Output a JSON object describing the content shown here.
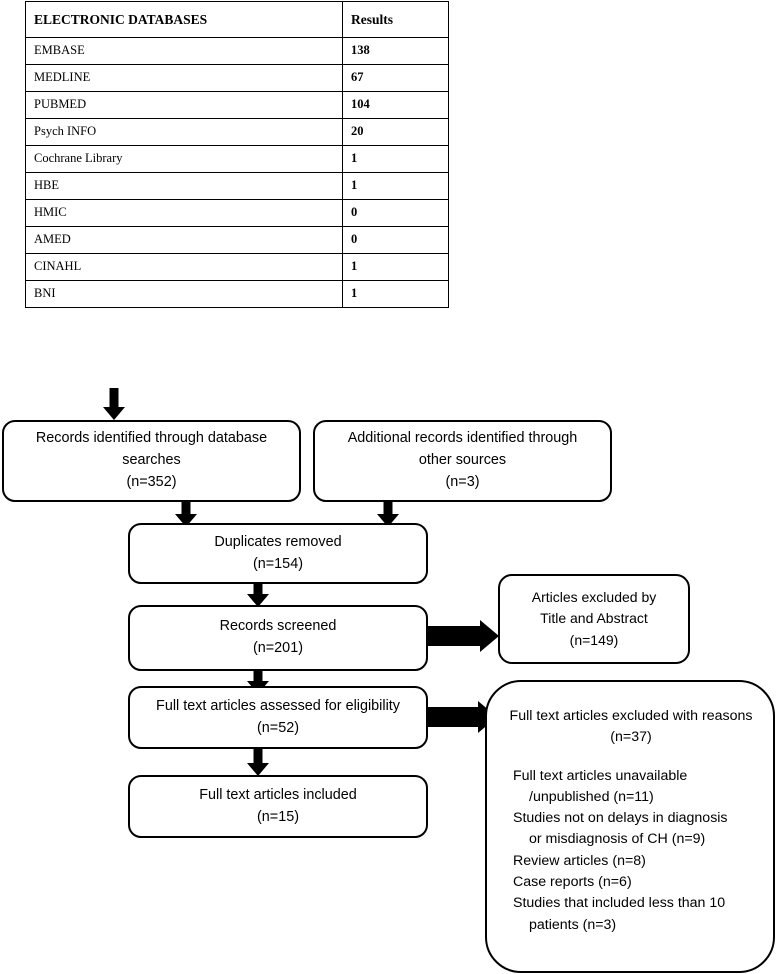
{
  "table": {
    "headers": [
      "ELECTRONIC DATABASES",
      "Results"
    ],
    "rows": [
      {
        "name": "EMBASE",
        "results": "138"
      },
      {
        "name": "MEDLINE",
        "results": "67"
      },
      {
        "name": "PUBMED",
        "results": "104"
      },
      {
        "name": "Psych INFO",
        "results": "20"
      },
      {
        "name": "Cochrane Library",
        "results": "1"
      },
      {
        "name": "HBE",
        "results": "1"
      },
      {
        "name": "HMIC",
        "results": "0"
      },
      {
        "name": "AMED",
        "results": "0"
      },
      {
        "name": "CINAHL",
        "results": "1"
      },
      {
        "name": "BNI",
        "results": "1"
      }
    ]
  },
  "flow": {
    "db_search": {
      "line1": "Records identified through database",
      "line2": "searches",
      "line3": "(n=352)"
    },
    "other_sources": {
      "line1": "Additional records identified through",
      "line2": "other sources",
      "line3": "(n=3)"
    },
    "duplicates": {
      "line1": "Duplicates removed",
      "line2": "(n=154)"
    },
    "screened": {
      "line1": "Records screened",
      "line2": "(n=201)"
    },
    "fulltext_assessed": {
      "line1": "Full text articles assessed for eligibility",
      "line2": "(n=52)"
    },
    "included": {
      "line1": "Full text articles included",
      "line2": "(n=15)"
    },
    "excluded_title_abstract": {
      "line1": "Articles excluded by",
      "line2": "Title and Abstract",
      "line3": "(n=149)"
    },
    "excluded_reasons": {
      "heading_line1": "Full text articles excluded with",
      "heading_line2": "reasons (n=37)",
      "items": [
        {
          "line1": "Full text articles unavailable",
          "line2": "/unpublished (n=11)"
        },
        {
          "line1": "Studies not on delays in diagnosis",
          "line2": "or misdiagnosis of CH (n=9)"
        },
        {
          "line1": "Review articles (n=8)",
          "line2": ""
        },
        {
          "line1": "Case reports (n=6)",
          "line2": ""
        },
        {
          "line1": "Studies that included less than 10",
          "line2": "patients (n=3)"
        }
      ]
    }
  },
  "arrows": {
    "table_to_db": "arrow-down",
    "db_to_duplicates": "arrow-down",
    "other_to_duplicates": "arrow-down",
    "duplicates_to_screened": "arrow-down",
    "screened_to_fulltext": "arrow-down",
    "fulltext_to_included": "arrow-down",
    "screened_to_excluded": "arrow-right",
    "fulltext_to_reasons": "arrow-right"
  },
  "colors": {
    "stroke": "#000000",
    "background": "#ffffff"
  }
}
